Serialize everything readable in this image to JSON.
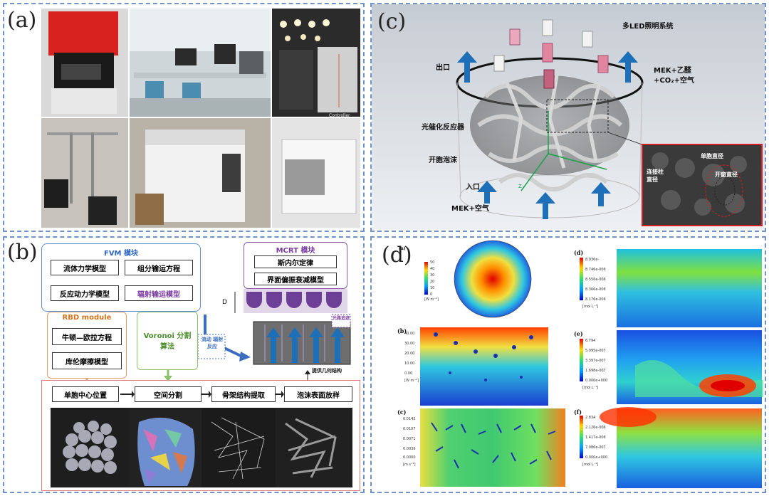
{
  "panels": {
    "a": {
      "label": "(a)"
    },
    "b": {
      "label": "(b)"
    },
    "c": {
      "label": "(c)"
    },
    "d": {
      "label": "(d)"
    }
  },
  "photo_a": {
    "controller_text": "Controller"
  },
  "diagram_b": {
    "fvm_title": "FVM 模块",
    "fvm_items": [
      "流体力学模型",
      "组分输运方程",
      "反应动力学模型",
      "辐射输运模型"
    ],
    "mcrt_title": "MCRT 模块",
    "mcrt_items": [
      "斯内尔定律",
      "界面偏振衰减模型"
    ],
    "d_label": "D",
    "no_path_label": "光路追迹",
    "flow_label": "流动 辐射 反应",
    "foam_label": "提供几何结构",
    "rbd_title": "RBD module",
    "rbd_items": [
      "牛顿—欧拉方程",
      "库伦摩擦模型"
    ],
    "voronoi_title": "Voronoi 分割算法",
    "steps": [
      "单胞中心位置",
      "空间分割",
      "骨架结构提取",
      "泡沫表面放样"
    ]
  },
  "diagram_c": {
    "led_label": "多LED照明系统",
    "outlet_label": "出口",
    "products_label_1": "MEK+乙醛",
    "products_label_2": "+CO₂+空气",
    "reactor_label": "光催化反应器",
    "foam_label": "开胞泡沫",
    "inlet_label": "入口",
    "feed_label": "MEK+空气",
    "inset_cell": "单胞直径",
    "inset_window": "开窗直径",
    "inset_strut": "连接柱直径",
    "axis_z": "Z"
  },
  "contours_d": {
    "sub_a": "(a)",
    "sub_b": "(b)",
    "sub_c": "(c)",
    "sub_d": "(d)",
    "sub_e": "(e)",
    "sub_f": "(f)",
    "a_ticks": [
      "50",
      "40",
      "30",
      "20",
      "10",
      "0"
    ],
    "a_unit": "[W m⁻²]",
    "b_ticks": [
      "40.00",
      "30.00",
      "20.00",
      "10.00",
      "0.00"
    ],
    "b_unit": "[W m⁻²]",
    "c_ticks": [
      "0.0142",
      "0.0107",
      "0.0071",
      "0.0036",
      "0.0000"
    ],
    "c_unit": "[m s⁻¹]",
    "d_ticks": [
      "8.936e-",
      "8.746e-006",
      "8.556e-006",
      "8.366e-006",
      "8.176e-006"
    ],
    "d_unit": "[mol L⁻¹]",
    "e_ticks": [
      "6.794",
      "5.095e-007",
      "3.397e-007",
      "1.698e-007",
      "0.000e+000"
    ],
    "e_unit": "[mol L⁻¹]",
    "f_ticks": [
      "2.834",
      "2.126e-006",
      "1.417e-006",
      "7.086e-007",
      "0.000e+000"
    ],
    "f_unit": "[mol L⁻¹]"
  },
  "colors": {
    "border": "#6f93c8",
    "fvm_border": "#5b8fd0",
    "rbd_border": "#e8a060",
    "voronoi_border": "#8cc06a",
    "mcrt_border": "#8a5aa8",
    "step_border": "#e07a7a",
    "arrow_blue": "#1d6fb8"
  }
}
